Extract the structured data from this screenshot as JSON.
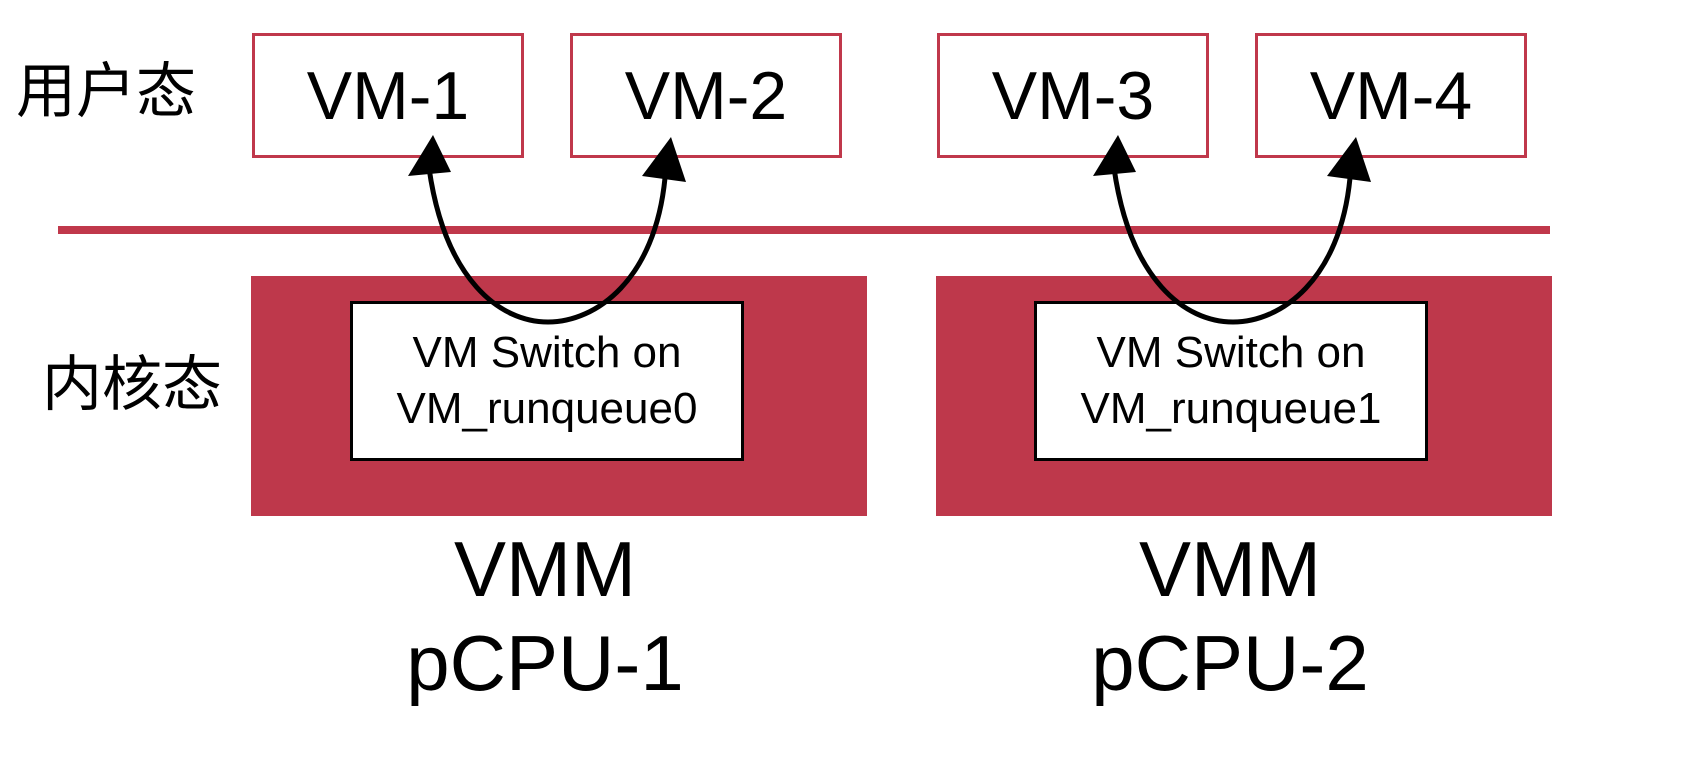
{
  "layers": {
    "user_mode_label": "用户态",
    "kernel_mode_label": "内核态"
  },
  "vms": [
    {
      "label": "VM-1"
    },
    {
      "label": "VM-2"
    },
    {
      "label": "VM-3"
    },
    {
      "label": "VM-4"
    }
  ],
  "kernel_blocks": [
    {
      "switch_line1": "VM Switch on",
      "switch_line2": "VM_runqueue0",
      "vmm_label": "VMM",
      "cpu_label": "pCPU-1"
    },
    {
      "switch_line1": "VM Switch on",
      "switch_line2": "VM_runqueue1",
      "vmm_label": "VMM",
      "cpu_label": "pCPU-2"
    }
  ],
  "colors": {
    "accent_red": "#be384b",
    "border_red": "#c0384b",
    "text": "#000000",
    "background": "#ffffff"
  },
  "icons": {
    "switch_arrow": "curved-double-arrow-icon"
  }
}
